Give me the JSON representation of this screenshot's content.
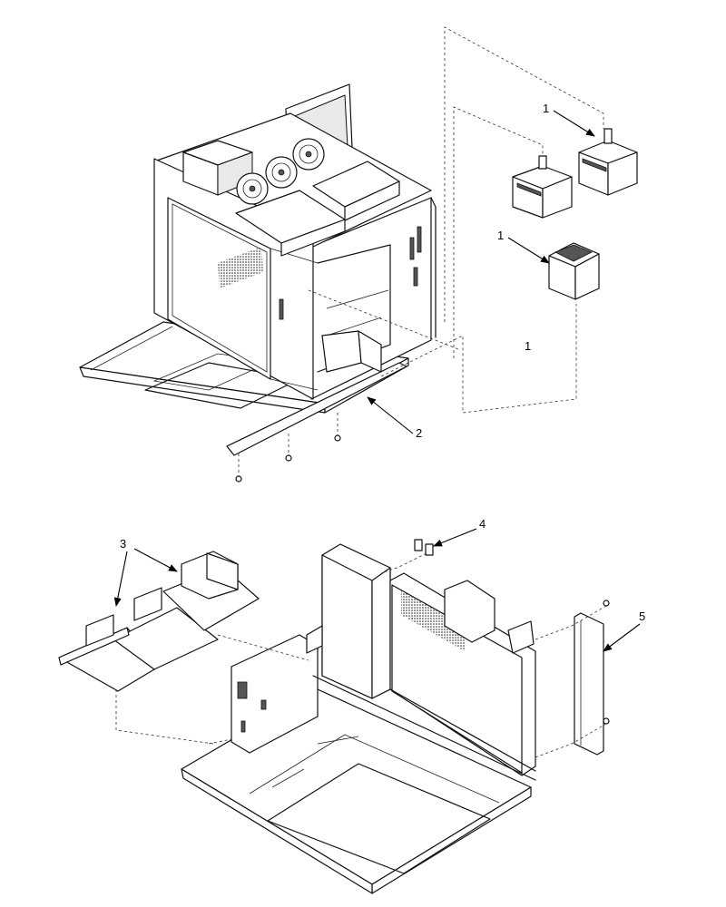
{
  "callouts": [
    {
      "id": "c1a",
      "label": "1"
    },
    {
      "id": "c1b",
      "label": "1"
    },
    {
      "id": "c1c",
      "label": "1"
    },
    {
      "id": "c2",
      "label": "2"
    },
    {
      "id": "c3",
      "label": "3"
    },
    {
      "id": "c4",
      "label": "4"
    },
    {
      "id": "c5",
      "label": "5"
    }
  ]
}
